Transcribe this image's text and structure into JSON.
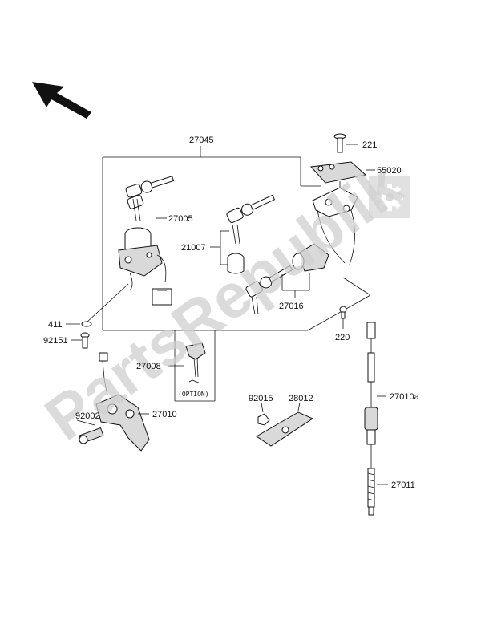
{
  "watermark": {
    "text": "PartsRepublik"
  },
  "icons": {
    "orientation": "arrow-up-left-icon",
    "gear": "gear-icon"
  },
  "colors": {
    "line": "#111111",
    "watermark": "#cfcfcf",
    "background": "#ffffff"
  },
  "labels": {
    "p27045": "27045",
    "p221": "221",
    "p55020": "55020",
    "p27005": "27005",
    "p21007": "21007",
    "p27016": "27016",
    "p411": "411",
    "p92151": "92151",
    "p220": "220",
    "p27008": "27008",
    "option": "(OPTION)",
    "p92002": "92002",
    "p27010": "27010",
    "p92015": "92015",
    "p28012": "28012",
    "p27010a": "27010a",
    "p27011": "27011"
  }
}
